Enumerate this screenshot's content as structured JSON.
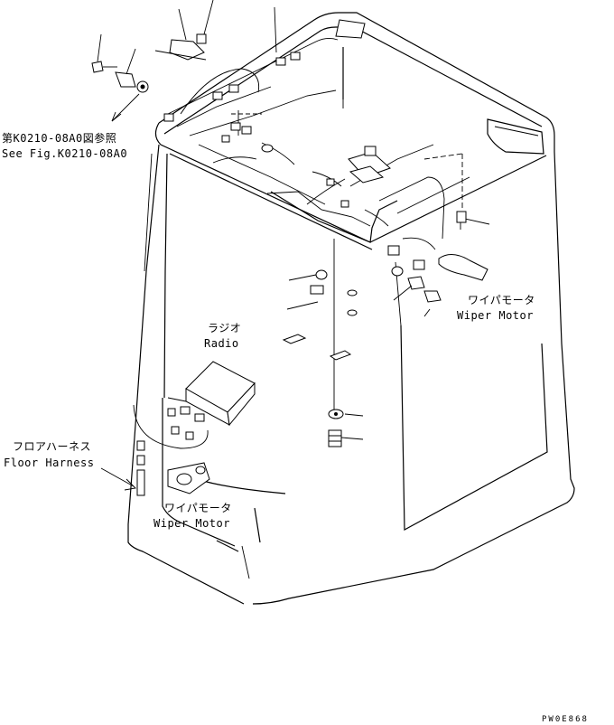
{
  "labels": {
    "ref_jp": "第K0210-08A0図参照",
    "ref_en": "See Fig.K0210-08A0",
    "radio_jp": "ラジオ",
    "radio_en": "Radio",
    "floor_harness_jp": "フロアハーネス",
    "floor_harness_en": "Floor Harness",
    "wiper_motor_right_jp": "ワイパモータ",
    "wiper_motor_right_en": "Wiper Motor",
    "wiper_motor_left_jp": "ワイパモータ",
    "wiper_motor_left_en": "Wiper Motor",
    "drawing_code": "PW0E868"
  }
}
